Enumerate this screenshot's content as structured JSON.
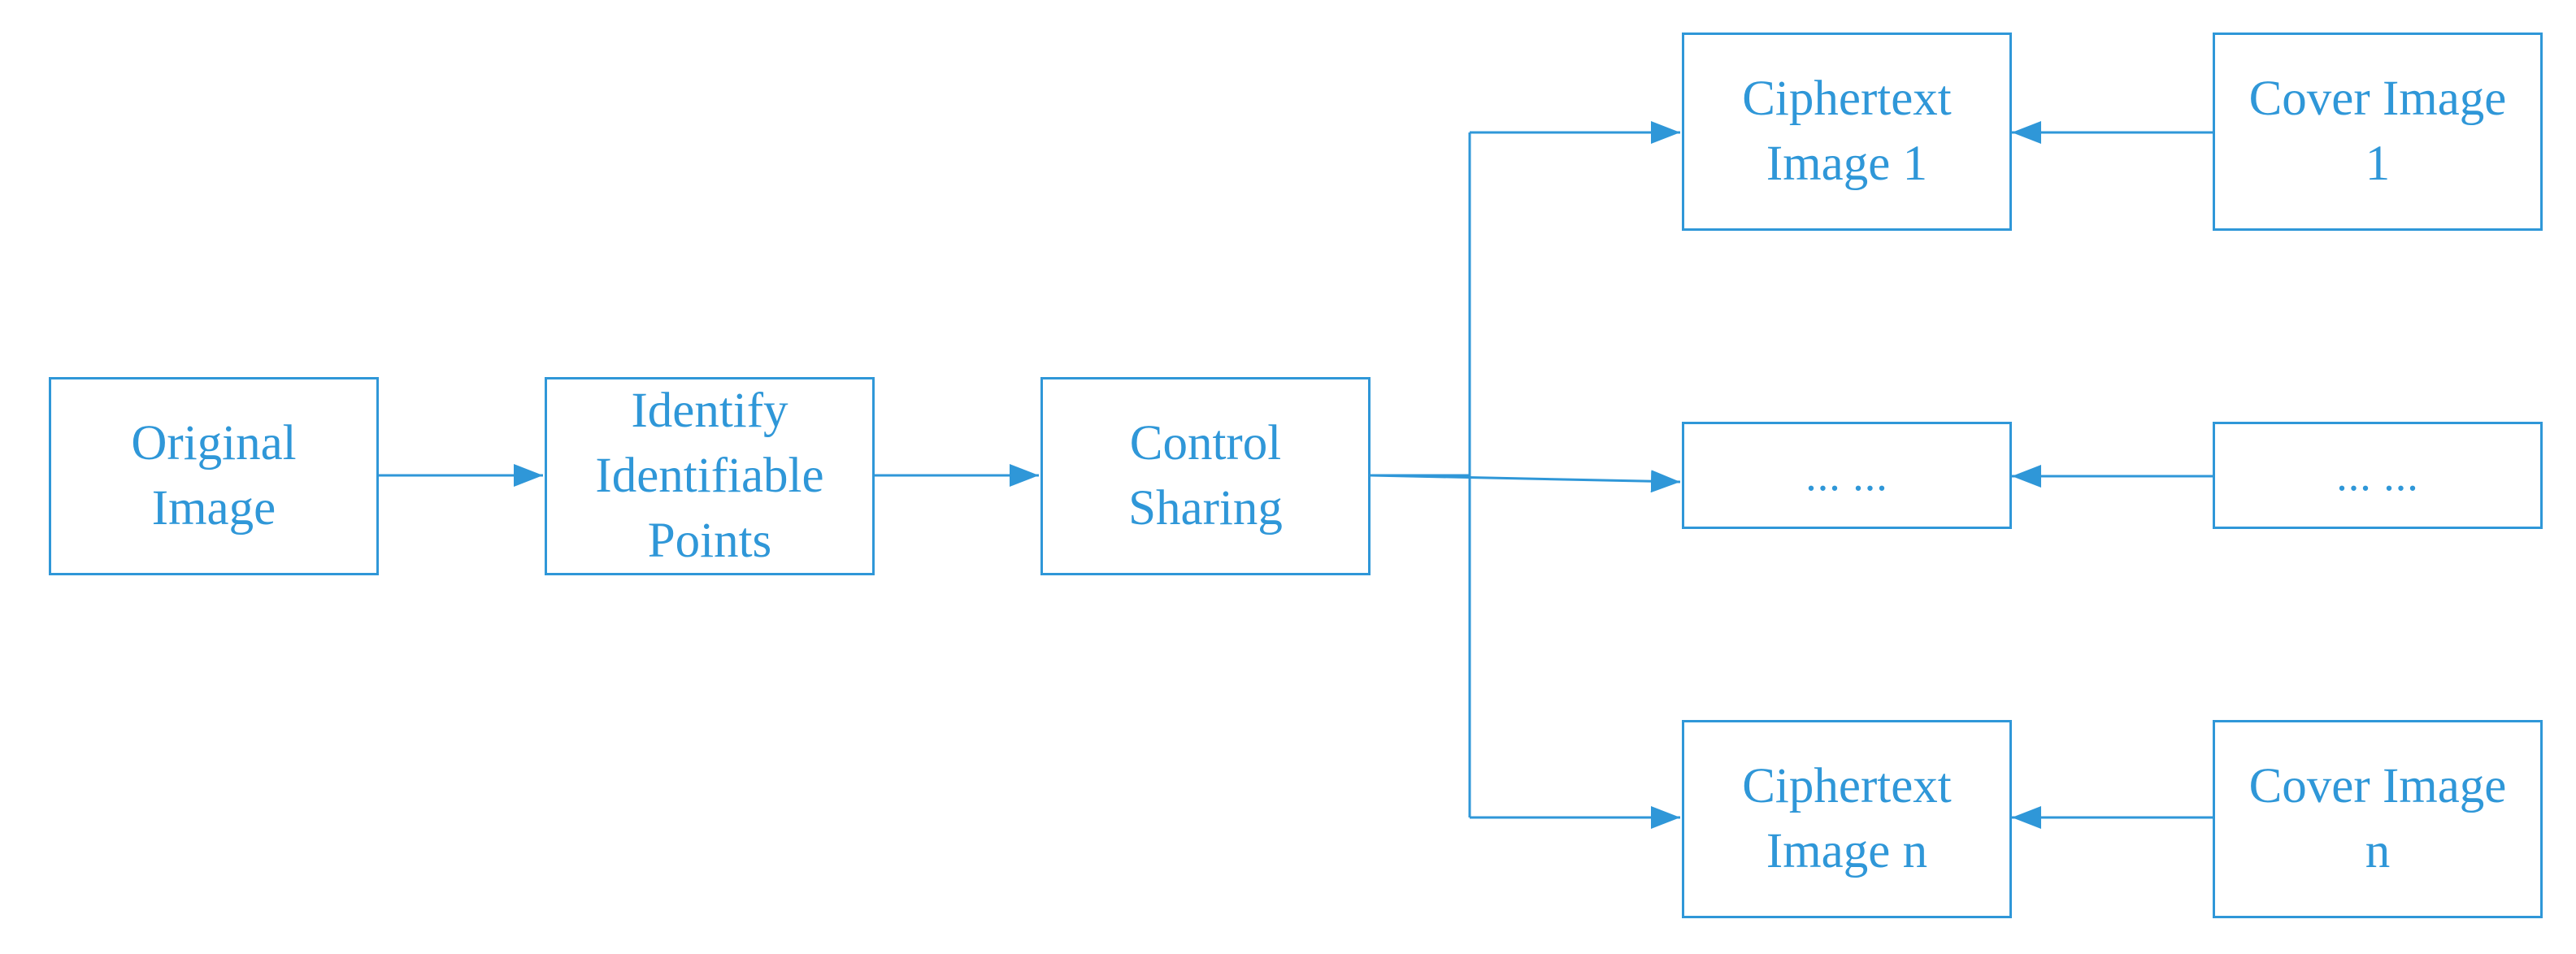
{
  "diagram": {
    "colors": {
      "stroke": "#2f97d8",
      "text": "#2f97d8",
      "background": "#ffffff"
    },
    "nodes": {
      "original_image": {
        "label": "Original\nImage"
      },
      "identify_points": {
        "label": "Identify\nIdentifiable\nPoints"
      },
      "control_sharing": {
        "label": "Control\nSharing"
      },
      "ciphertext_image_1": {
        "label": "Ciphertext\nImage 1"
      },
      "ciphertext_ellipsis": {
        "label": "... ..."
      },
      "ciphertext_image_n": {
        "label": "Ciphertext\nImage n"
      },
      "cover_image_1": {
        "label": "Cover Image\n1"
      },
      "cover_ellipsis": {
        "label": "... ..."
      },
      "cover_image_n": {
        "label": "Cover Image\nn"
      }
    },
    "edges": [
      {
        "from": "Original Image",
        "to": "Identify Identifiable Points"
      },
      {
        "from": "Identify Identifiable Points",
        "to": "Control Sharing"
      },
      {
        "from": "Control Sharing",
        "to": "Ciphertext Image 1"
      },
      {
        "from": "Control Sharing",
        "to": "... ..."
      },
      {
        "from": "Control Sharing",
        "to": "Ciphertext Image n"
      },
      {
        "from": "Cover Image 1",
        "to": "Ciphertext Image 1"
      },
      {
        "from": "... ...",
        "to": "... ..."
      },
      {
        "from": "Cover Image n",
        "to": "Ciphertext Image n"
      }
    ]
  }
}
